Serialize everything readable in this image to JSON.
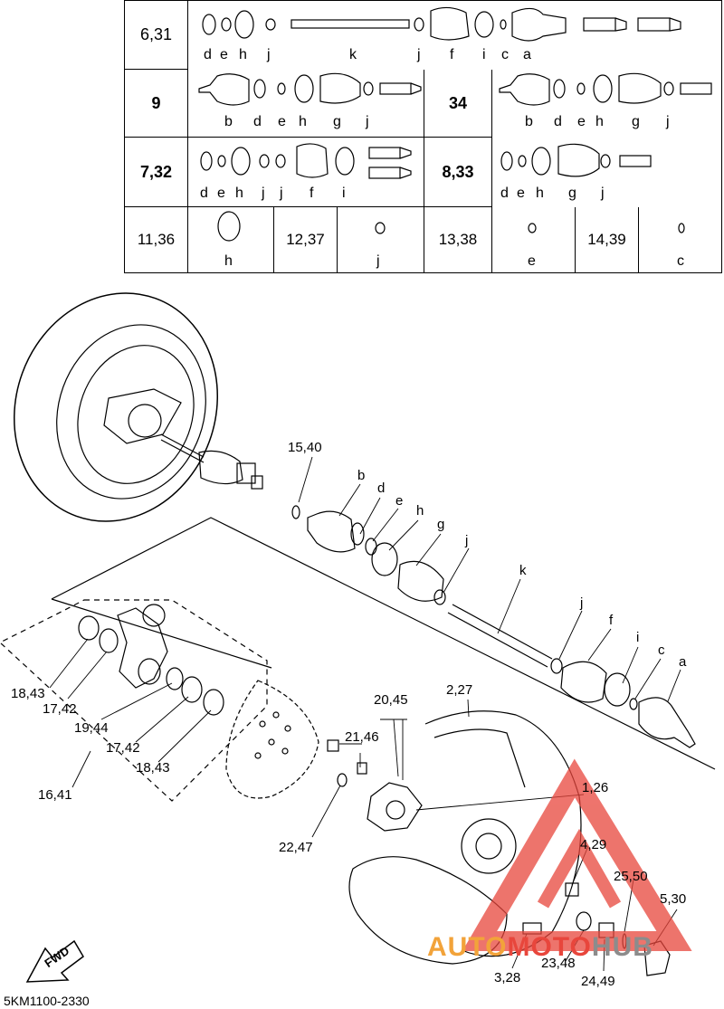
{
  "legend": {
    "rows": [
      {
        "qty": "6,31",
        "letters": [
          "d",
          "e",
          "h",
          "j",
          "k",
          "j",
          "f",
          "i",
          "c",
          "a"
        ]
      },
      {
        "qty_left": "9",
        "letters_left": [
          "b",
          "d",
          "e",
          "h",
          "g",
          "j"
        ],
        "qty_right": "34",
        "letters_right": [
          "b",
          "d",
          "e",
          "h",
          "g",
          "j"
        ]
      },
      {
        "qty_left": "7,32",
        "letters_left": [
          "d",
          "e",
          "h",
          "j",
          "j",
          "f",
          "i"
        ],
        "qty_right": "8,33",
        "letters_right": [
          "d",
          "e",
          "h",
          "g",
          "j"
        ]
      },
      {
        "cells": [
          {
            "qty": "11,36",
            "letter": "h"
          },
          {
            "qty": "12,37",
            "letter": "j"
          },
          {
            "qty": "13,38",
            "letter": "e"
          },
          {
            "qty": "14,39",
            "letter": "c"
          }
        ]
      }
    ]
  },
  "callouts": {
    "c15_40": "15,40",
    "b": "b",
    "d": "d",
    "e": "e",
    "h": "h",
    "g": "g",
    "j1": "j",
    "k": "k",
    "j2": "j",
    "f": "f",
    "i": "i",
    "c": "c",
    "a": "a",
    "c20_45": "20,45",
    "c2_27": "2,27",
    "c21_46": "21,46",
    "c18_43a": "18,43",
    "c17_42a": "17,42",
    "c19_44": "19,44",
    "c17_42b": "17,42",
    "c18_43b": "18,43",
    "c16_41": "16,41",
    "c22_47": "22,47",
    "c1_26": "1,26",
    "c4_29": "4,29",
    "c25_50": "25,50",
    "c5_30": "5,30",
    "c23_48": "23,48",
    "c3_28": "3,28",
    "c24_49": "24,49"
  },
  "fwd": "FWD",
  "watermark": {
    "part1": "AUTO",
    "part2": "MOTO",
    "part3": "HUB"
  },
  "code": "5KM1100-2330",
  "colors": {
    "accent_red": "#e8463c",
    "accent_orange": "#f2a33a",
    "hub_gray": "#8c8c8c"
  }
}
